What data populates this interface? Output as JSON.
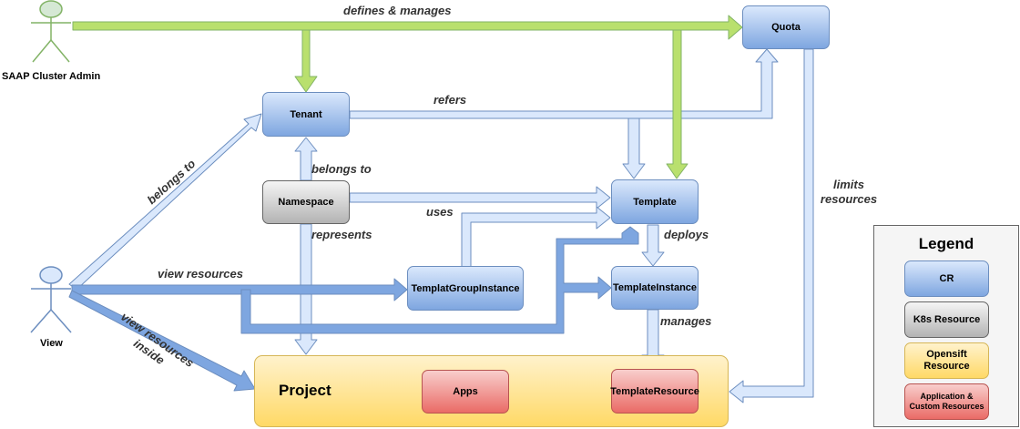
{
  "nodes": {
    "quota": "Quota",
    "tenant": "Tenant",
    "namespace": "Namespace",
    "template": "Template",
    "templat_group_instance": "TemplatGroupInstance",
    "template_instance": "TemplateInstance",
    "project": "Project",
    "apps": "Apps",
    "template_resource": "TemplateResource"
  },
  "actors": {
    "admin": "SAAP Cluster Admin",
    "view": "View"
  },
  "edges": {
    "defines_manages": "defines & manages",
    "refers": "refers",
    "belongs_to_tenant": "belongs to",
    "belongs_to_view": "belongs to",
    "uses": "uses",
    "represents": "represents",
    "deploys": "deploys",
    "view_resources": "view resources",
    "view_resources_inside": "view resources inside",
    "manages": "manages",
    "limits_resources": "limits resources"
  },
  "legend": {
    "title": "Legend",
    "cr": "CR",
    "k8s": "K8s Resource",
    "openshift": "Opensift Resource",
    "app_custom": "Application & Custom Resources"
  },
  "colors": {
    "admin_arrow": "#b9e06e",
    "view_arrow": "#7ea6e0",
    "relation_arrow": "#dae8fc",
    "cr_fill": "#7ea6e0",
    "k8s_fill": "#b3b3b3",
    "openshift_fill": "#ffd966",
    "app_fill": "#ea6b66",
    "actor_fill": "#d5e8d4"
  }
}
